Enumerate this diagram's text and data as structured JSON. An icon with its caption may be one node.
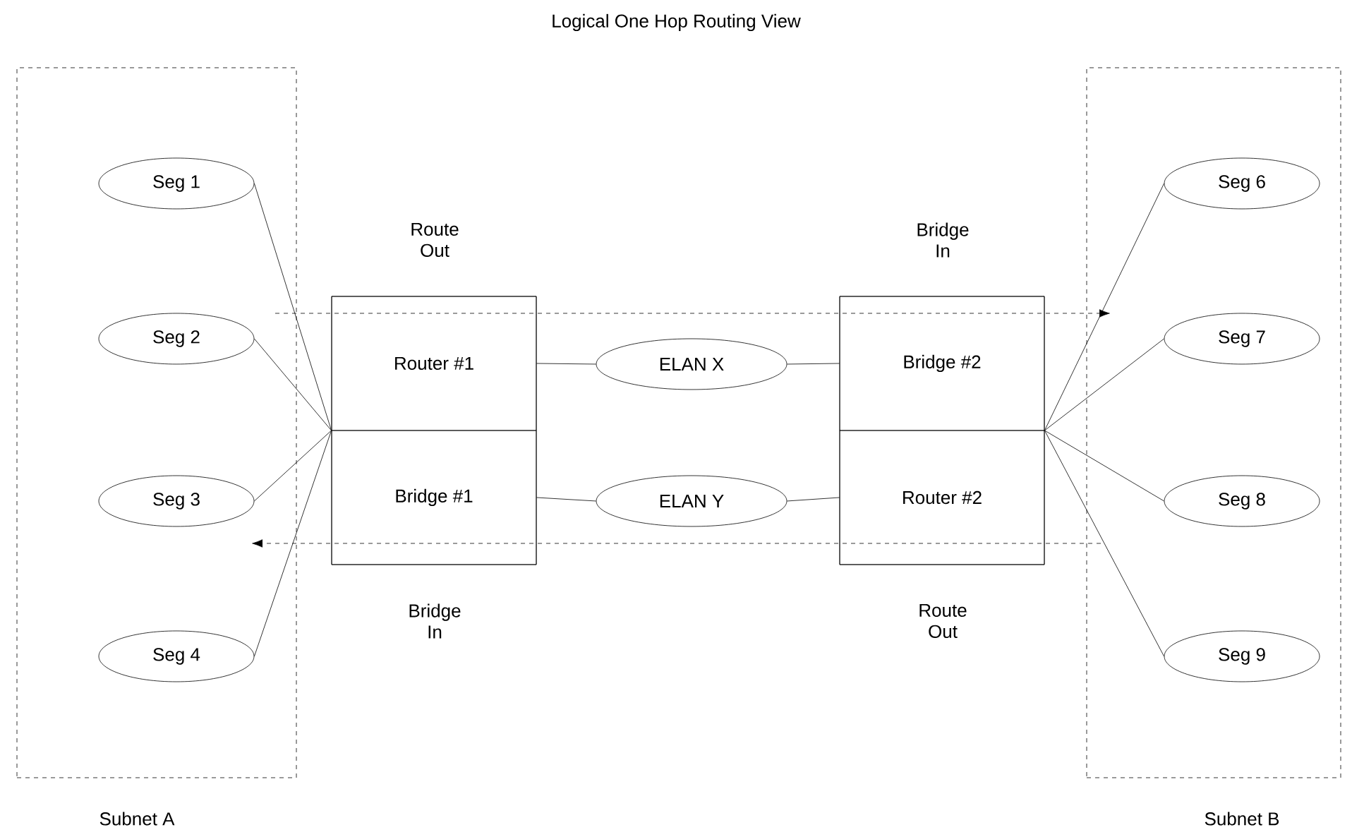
{
  "diagram": {
    "title": "Logical One Hop Routing View",
    "nodes": [
      {
        "text": [
          "Subnet A"
        ]
      },
      {
        "text": [
          "Seg 1"
        ],
        "in": 0
      },
      {
        "text": [
          "Seg 2"
        ],
        "in": 0
      },
      {
        "text": [
          "Seg 3"
        ],
        "in": 0
      },
      {
        "text": [
          "Seg 4"
        ],
        "in": 0
      },
      {
        "text": [],
        "shape": "box"
      },
      {
        "text": [
          "Router #1"
        ],
        "in": 5
      },
      {
        "text": [
          "Bridge #1"
        ],
        "in": 5
      },
      {
        "text": [
          "ELAN X"
        ]
      },
      {
        "text": [
          "ELAN Y"
        ]
      },
      {
        "text": [],
        "shape": "box"
      },
      {
        "text": [
          "Bridge #2"
        ],
        "in": 10
      },
      {
        "text": [
          "Router #2"
        ],
        "in": 10
      },
      {
        "text": [
          "Subnet B"
        ]
      },
      {
        "text": [
          "Seg 6"
        ],
        "in": 13
      },
      {
        "text": [
          "Seg 7"
        ],
        "in": 13
      },
      {
        "text": [
          "Seg 8"
        ],
        "in": 13
      },
      {
        "text": [
          "Seg 9"
        ],
        "in": 13
      }
    ],
    "edges": [
      {
        "from": 1,
        "to": 5,
        "arrow": "none"
      },
      {
        "from": 2,
        "to": 5,
        "arrow": "none"
      },
      {
        "from": 3,
        "to": 5,
        "arrow": "none"
      },
      {
        "from": 4,
        "to": 5,
        "arrow": "none"
      },
      {
        "from": 6,
        "to": 8,
        "arrow": "none"
      },
      {
        "from": 8,
        "to": 11,
        "arrow": "none"
      },
      {
        "from": 7,
        "to": 9,
        "arrow": "none"
      },
      {
        "from": 9,
        "to": 12,
        "arrow": "none"
      },
      {
        "from": 10,
        "to": 14,
        "arrow": "none"
      },
      {
        "from": 10,
        "to": 15,
        "arrow": "none"
      },
      {
        "from": 10,
        "to": 16,
        "arrow": "none"
      },
      {
        "from": 10,
        "to": 17,
        "arrow": "none"
      }
    ],
    "labels": [
      "Route Out",
      "Bridge In",
      "Bridge In",
      "Route Out"
    ]
  }
}
